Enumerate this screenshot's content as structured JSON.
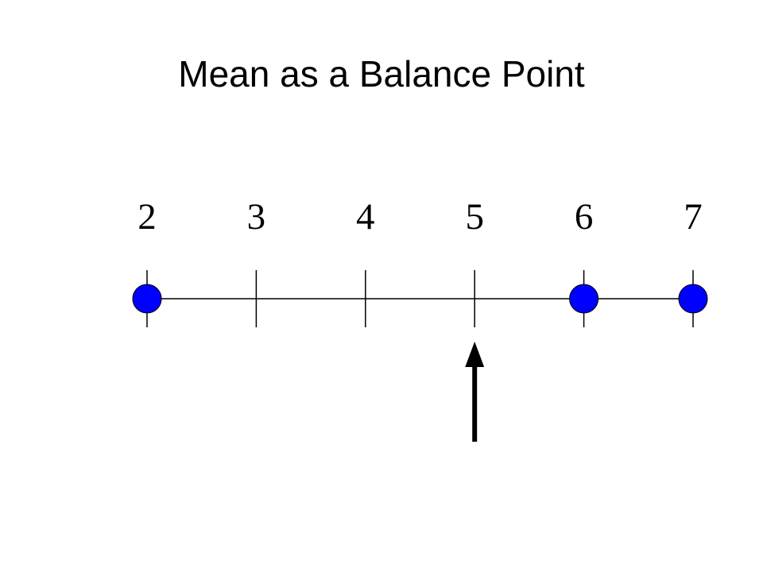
{
  "title": "Mean as a Balance Point",
  "number_line": {
    "ticks": [
      2,
      3,
      4,
      5,
      6,
      7
    ],
    "tick_labels": [
      "2",
      "3",
      "4",
      "5",
      "6",
      "7"
    ],
    "data_points": [
      2,
      6,
      7
    ],
    "balance_point": 5
  },
  "colors": {
    "text": "#000000",
    "line": "#000000",
    "point_fill": "#0000ff",
    "arrow": "#000000"
  }
}
